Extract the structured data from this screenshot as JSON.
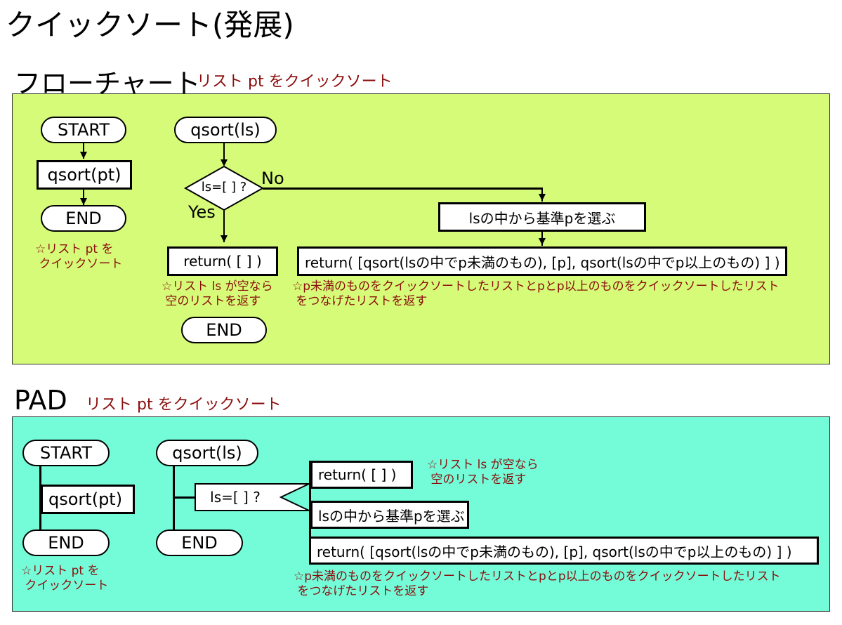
{
  "page": {
    "title": "クイックソート(発展)"
  },
  "flowchart": {
    "heading": "フローチャート",
    "caption": "リスト pt をクイックソート",
    "main": {
      "start": "START",
      "call": "qsort(pt)",
      "end": "END",
      "note": "☆リスト pt を\n クイックソート"
    },
    "qsort": {
      "header": "qsort(ls)",
      "decision": "ls=[ ] ?",
      "no_label": "No",
      "yes_label": "Yes",
      "return_empty": "return( [ ] )",
      "empty_note": "☆リスト ls が空なら\n 空のリストを返す",
      "end": "END",
      "choose_pivot": "lsの中から基準pを選ぶ",
      "return_combined": "return( [qsort(lsの中でp未満のもの), [p], qsort(lsの中でp以上のもの) ] )",
      "combined_note": "☆p未満のものをクイックソートしたリストとpとp以上のものをクイックソートしたリスト\n をつなげたリストを返す"
    }
  },
  "pad": {
    "heading": "PAD",
    "caption": "リスト pt をクイックソート",
    "main": {
      "start": "START",
      "call": "qsort(pt)",
      "end": "END",
      "note": "☆リスト pt を\n クイックソート"
    },
    "qsort": {
      "header": "qsort(ls)",
      "decision": "ls=[ ] ?",
      "return_empty": "return( [ ] )",
      "empty_note": "☆リスト ls が空なら\n 空のリストを返す",
      "choose_pivot": "lsの中から基準pを選ぶ",
      "return_combined": "return( [qsort(lsの中でp未満のもの), [p], qsort(lsの中でp以上のもの) ] )",
      "combined_note": "☆p未満のものをクイックソートしたリストとpとp以上のものをクイックソートしたリスト\n をつなげたリストを返す",
      "end": "END"
    }
  }
}
